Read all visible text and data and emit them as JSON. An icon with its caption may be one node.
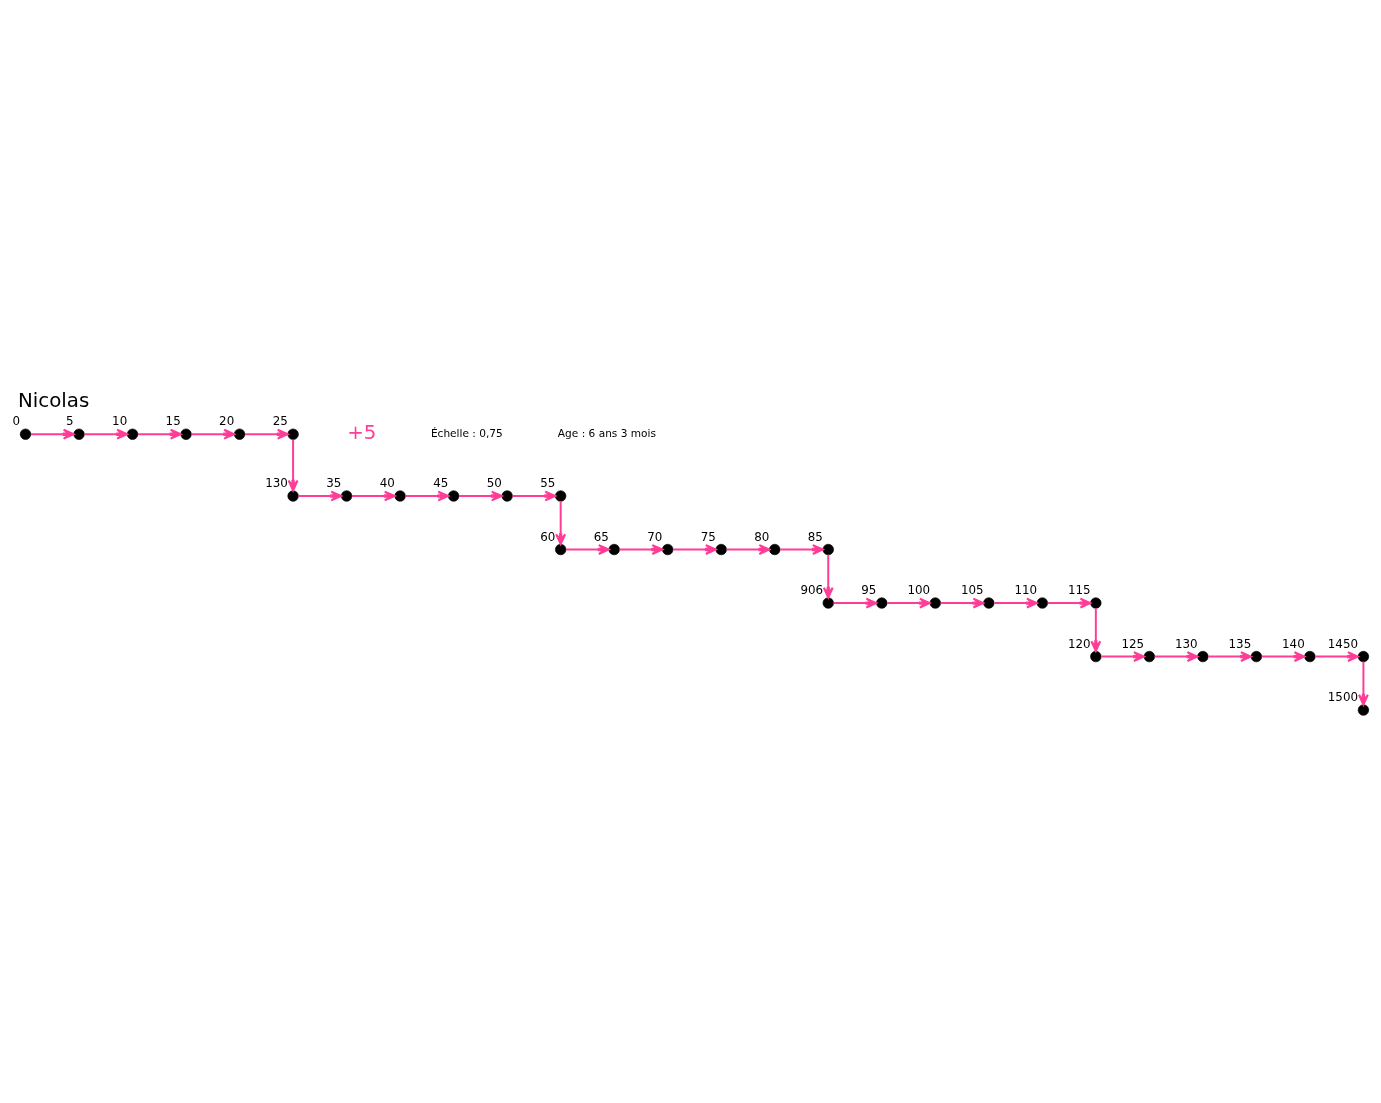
{
  "diagram": {
    "title": "Nicolas",
    "nodes": [
      {
        "text": [],
        "shape": "circle",
        "beside": [
          "0"
        ]
      },
      {
        "text": [],
        "shape": "circle",
        "beside": [
          "5"
        ]
      },
      {
        "text": [],
        "shape": "circle",
        "beside": [
          "10"
        ]
      },
      {
        "text": [],
        "shape": "circle",
        "beside": [
          "15"
        ]
      },
      {
        "text": [],
        "shape": "circle",
        "beside": [
          "20"
        ]
      },
      {
        "text": [],
        "shape": "circle",
        "beside": [
          "25"
        ]
      },
      {
        "text": [],
        "shape": "circle",
        "beside": [
          "130"
        ]
      },
      {
        "text": [],
        "shape": "circle",
        "beside": [
          "35"
        ]
      },
      {
        "text": [],
        "shape": "circle",
        "beside": [
          "40"
        ]
      },
      {
        "text": [],
        "shape": "circle",
        "beside": [
          "45"
        ]
      },
      {
        "text": [],
        "shape": "circle",
        "beside": [
          "50"
        ]
      },
      {
        "text": [],
        "shape": "circle",
        "beside": [
          "55"
        ]
      },
      {
        "text": [],
        "shape": "circle",
        "beside": [
          "60"
        ]
      },
      {
        "text": [],
        "shape": "circle",
        "beside": [
          "65"
        ]
      },
      {
        "text": [],
        "shape": "circle",
        "beside": [
          "70"
        ]
      },
      {
        "text": [],
        "shape": "circle",
        "beside": [
          "75"
        ]
      },
      {
        "text": [],
        "shape": "circle",
        "beside": [
          "80"
        ]
      },
      {
        "text": [],
        "shape": "circle",
        "beside": [
          "85"
        ]
      },
      {
        "text": [],
        "shape": "circle",
        "beside": [
          "906"
        ]
      },
      {
        "text": [],
        "shape": "circle",
        "beside": [
          "95"
        ]
      },
      {
        "text": [],
        "shape": "circle",
        "beside": [
          "100"
        ]
      },
      {
        "text": [],
        "shape": "circle",
        "beside": [
          "105"
        ]
      },
      {
        "text": [],
        "shape": "circle",
        "beside": [
          "110"
        ]
      },
      {
        "text": [],
        "shape": "circle",
        "beside": [
          "115"
        ]
      },
      {
        "text": [],
        "shape": "circle",
        "beside": [
          "120"
        ]
      },
      {
        "text": [],
        "shape": "circle",
        "beside": [
          "125"
        ]
      },
      {
        "text": [],
        "shape": "circle",
        "beside": [
          "130"
        ]
      },
      {
        "text": [],
        "shape": "circle",
        "beside": [
          "135"
        ]
      },
      {
        "text": [],
        "shape": "circle",
        "beside": [
          "140"
        ]
      },
      {
        "text": [],
        "shape": "circle",
        "beside": [
          "1450"
        ]
      },
      {
        "text": [],
        "shape": "circle",
        "beside": [
          "1500"
        ]
      }
    ],
    "edges": [
      {
        "from": 0,
        "to": 1,
        "arrow": "to"
      },
      {
        "from": 1,
        "to": 2,
        "arrow": "to"
      },
      {
        "from": 2,
        "to": 3,
        "arrow": "to"
      },
      {
        "from": 3,
        "to": 4,
        "arrow": "to"
      },
      {
        "from": 4,
        "to": 5,
        "arrow": "to"
      },
      {
        "from": 5,
        "to": 6,
        "arrow": "to"
      },
      {
        "from": 6,
        "to": 7,
        "arrow": "to"
      },
      {
        "from": 7,
        "to": 8,
        "arrow": "to"
      },
      {
        "from": 8,
        "to": 9,
        "arrow": "to"
      },
      {
        "from": 9,
        "to": 10,
        "arrow": "to"
      },
      {
        "from": 10,
        "to": 11,
        "arrow": "to"
      },
      {
        "from": 11,
        "to": 12,
        "arrow": "to"
      },
      {
        "from": 12,
        "to": 13,
        "arrow": "to"
      },
      {
        "from": 13,
        "to": 14,
        "arrow": "to"
      },
      {
        "from": 14,
        "to": 15,
        "arrow": "to"
      },
      {
        "from": 15,
        "to": 16,
        "arrow": "to"
      },
      {
        "from": 16,
        "to": 17,
        "arrow": "to"
      },
      {
        "from": 17,
        "to": 18,
        "arrow": "to"
      },
      {
        "from": 18,
        "to": 19,
        "arrow": "to"
      },
      {
        "from": 19,
        "to": 20,
        "arrow": "to"
      },
      {
        "from": 20,
        "to": 21,
        "arrow": "to"
      },
      {
        "from": 21,
        "to": 22,
        "arrow": "to"
      },
      {
        "from": 22,
        "to": 23,
        "arrow": "to"
      },
      {
        "from": 23,
        "to": 24,
        "arrow": "to"
      },
      {
        "from": 24,
        "to": 25,
        "arrow": "to"
      },
      {
        "from": 25,
        "to": 26,
        "arrow": "to"
      },
      {
        "from": 26,
        "to": 27,
        "arrow": "to"
      },
      {
        "from": 27,
        "to": 28,
        "arrow": "to"
      },
      {
        "from": 28,
        "to": 29,
        "arrow": "to"
      },
      {
        "from": 29,
        "to": 30,
        "arrow": "to"
      }
    ],
    "labels": [
      "+5",
      "Échelle : 0,75",
      "Age : 6 ans 3 mois"
    ]
  }
}
